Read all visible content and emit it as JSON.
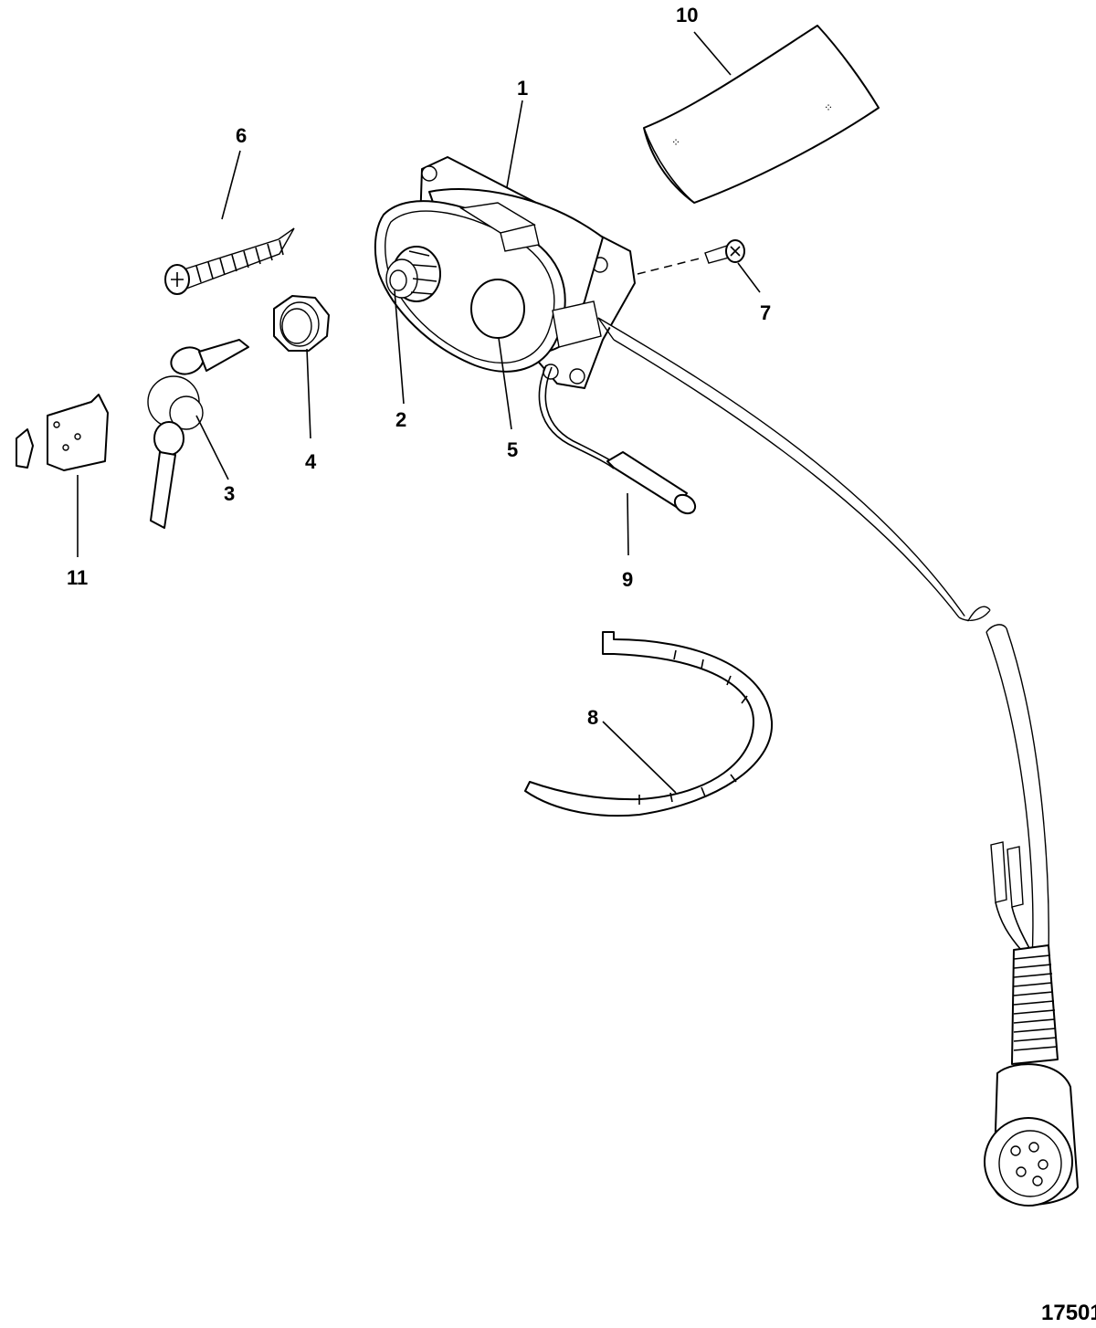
{
  "diagram": {
    "figure_id": "17501",
    "callouts": [
      {
        "id": "1",
        "label": "1"
      },
      {
        "id": "2",
        "label": "2"
      },
      {
        "id": "3",
        "label": "3"
      },
      {
        "id": "4",
        "label": "4"
      },
      {
        "id": "5",
        "label": "5"
      },
      {
        "id": "6",
        "label": "6"
      },
      {
        "id": "7",
        "label": "7"
      },
      {
        "id": "8",
        "label": "8"
      },
      {
        "id": "9",
        "label": "9"
      },
      {
        "id": "10",
        "label": "10"
      },
      {
        "id": "11",
        "label": "11"
      }
    ]
  }
}
